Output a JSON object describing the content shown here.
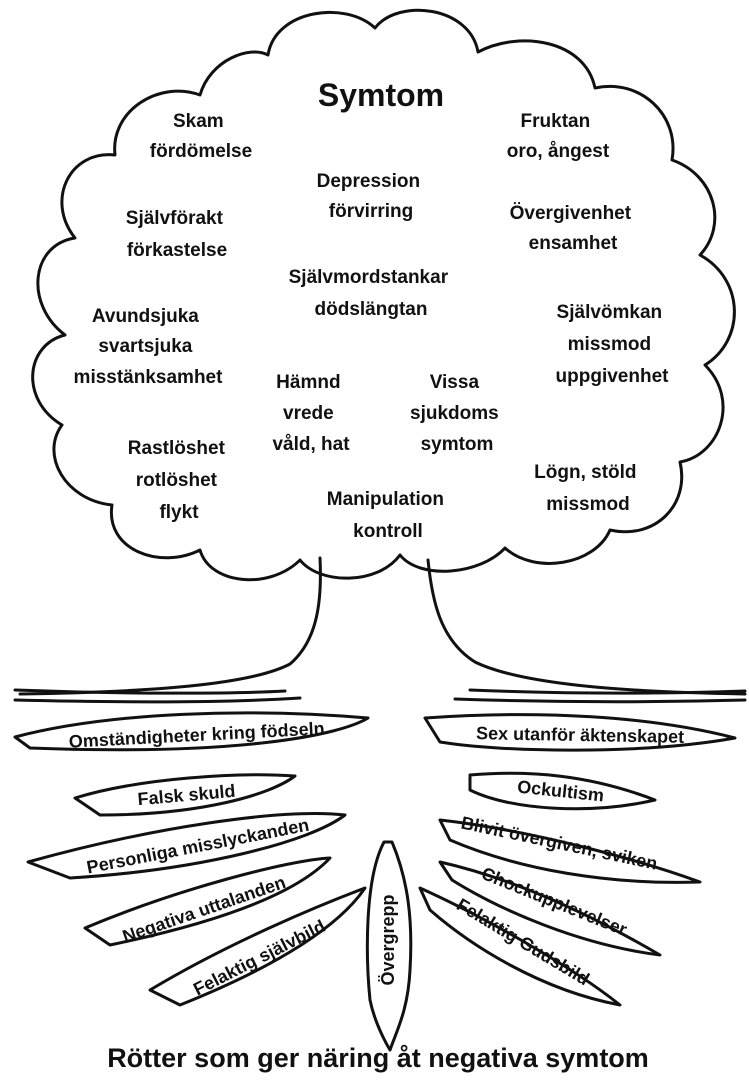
{
  "title": "Symtom",
  "symptoms": [
    [
      "Skam",
      "fördömelse"
    ],
    [
      "Fruktan",
      "oro, ångest"
    ],
    [
      "Depression",
      "förvirring"
    ],
    [
      "Självförakt",
      "förkastelse"
    ],
    [
      "Övergivenhet",
      "ensamhet"
    ],
    [
      "Självmordstankar",
      "dödslängtan"
    ],
    [
      "Avundsjuka",
      "svartsjuka",
      "misstänksamhet"
    ],
    [
      "Självömkan",
      "missmod",
      "uppgivenhet"
    ],
    [
      "Hämnd",
      "vrede",
      "våld, hat"
    ],
    [
      "Vissa",
      "sjukdoms",
      "symtom"
    ],
    [
      "Rastlöshet",
      "rotlöshet",
      "flykt"
    ],
    [
      "Lögn, stöld",
      "missmod"
    ],
    [
      "Manipulation",
      "kontroll"
    ]
  ],
  "roots_left": [
    "Omständigheter kring födseln",
    "Falsk skuld",
    "Personliga misslyckanden",
    "Negativa uttalanden",
    "Felaktig självbild"
  ],
  "root_center": "Övergrepp",
  "roots_right": [
    "Sex utanför äktenskapet",
    "Ockultism",
    "Blivit övergiven, sviken",
    "Chockupplevelser",
    "Felaktig Gudsbild"
  ],
  "caption": "Rötter som ger näring åt negativa symtom"
}
